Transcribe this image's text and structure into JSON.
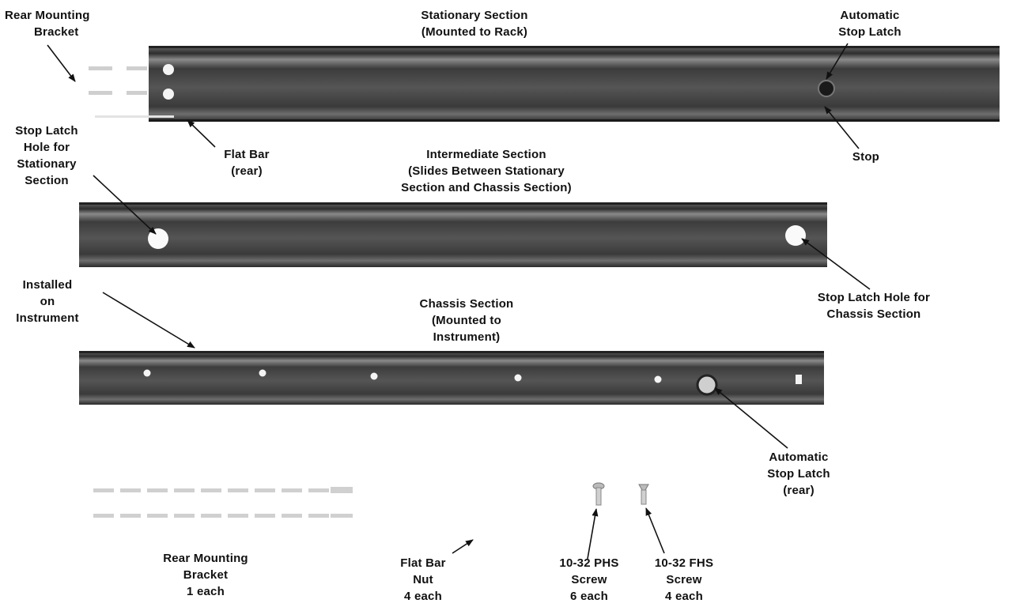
{
  "labels": {
    "rear_bracket": [
      "Rear Mounting",
      "Bracket"
    ],
    "stationary": [
      "Stationary Section",
      "(Mounted to Rack)"
    ],
    "auto_latch_top": [
      "Automatic",
      "Stop Latch"
    ],
    "stop_latch_hole_stationary": [
      "Stop Latch",
      "Hole for",
      "Stationary",
      "Section"
    ],
    "flat_bar_rear": [
      "Flat Bar",
      "(rear)"
    ],
    "intermediate": [
      "Intermediate Section",
      "(Slides Between Stationary",
      "Section and Chassis Section)"
    ],
    "stop": [
      "Stop"
    ],
    "installed": [
      "Installed",
      "on",
      "Instrument"
    ],
    "chassis": [
      "Chassis Section",
      "(Mounted to",
      "Instrument)"
    ],
    "stop_latch_hole_chassis": [
      "Stop Latch Hole for",
      "Chassis Section"
    ],
    "auto_latch_rear": [
      "Automatic",
      "Stop Latch",
      "(rear)"
    ],
    "rear_bracket_qty": [
      "Rear Mounting",
      "Bracket",
      "1 each"
    ],
    "flat_bar_nut_qty": [
      "Flat Bar",
      "Nut",
      "4 each"
    ],
    "phs_screw_qty": [
      "10-32 PHS",
      "Screw",
      "6 each"
    ],
    "fhs_screw_qty": [
      "10-32 FHS",
      "Screw",
      "4 each"
    ]
  }
}
